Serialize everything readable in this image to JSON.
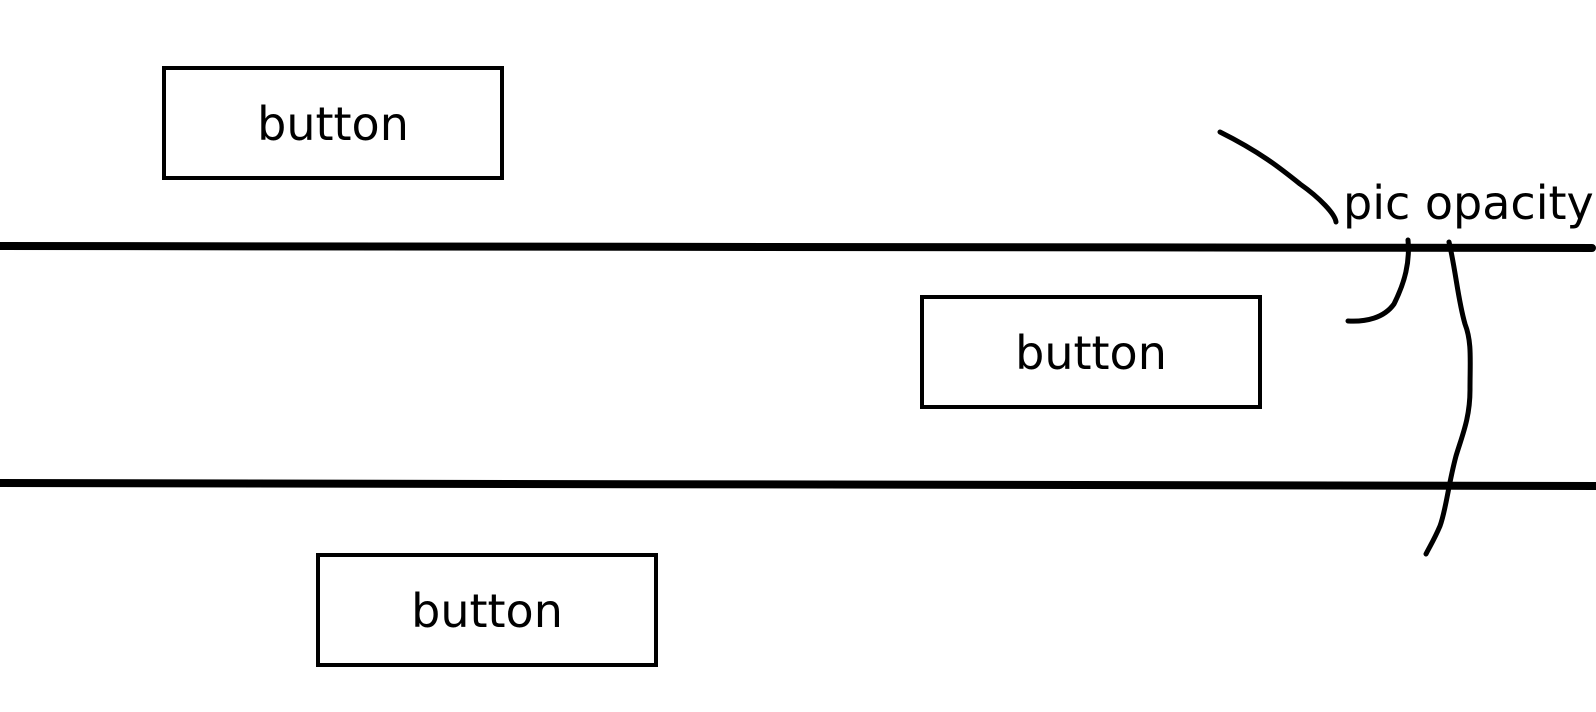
{
  "buttons": [
    {
      "label": "button"
    },
    {
      "label": "button"
    },
    {
      "label": "button"
    }
  ],
  "annotation": {
    "label": "pic opacity"
  },
  "colors": {
    "ink": "#000000",
    "background": "#ffffff"
  }
}
